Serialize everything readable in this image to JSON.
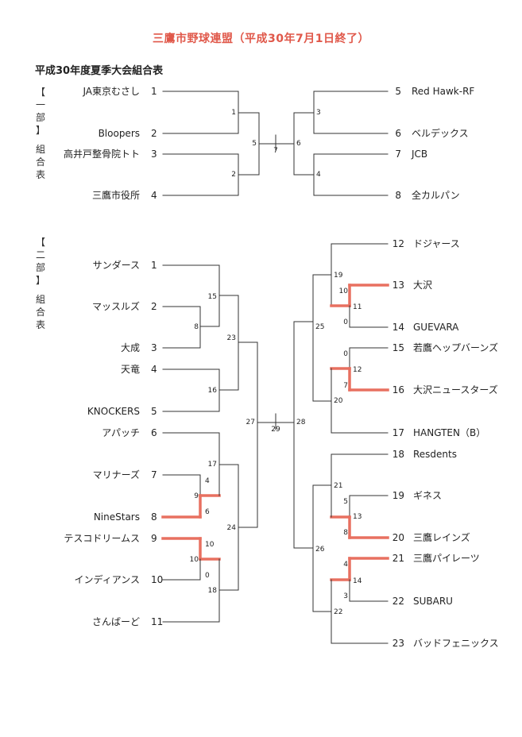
{
  "title": "三鷹市野球連盟（平成30年7月1日終了）",
  "subtitle": "平成30年度夏季大会組合表",
  "division1": {
    "side_label": [
      "【",
      "一",
      "部",
      "】",
      "組",
      "合",
      "表"
    ],
    "left_teams": [
      {
        "name": "JA東京むさし",
        "seed": "1"
      },
      {
        "name": "Bloopers",
        "seed": "2"
      },
      {
        "name": "高井戸整骨院トト",
        "seed": "3"
      },
      {
        "name": "三鷹市役所",
        "seed": "4"
      }
    ],
    "right_teams": [
      {
        "seed": "5",
        "name": "Red Hawk-RF"
      },
      {
        "seed": "6",
        "name": "ベルデックス"
      },
      {
        "seed": "7",
        "name": "JCB"
      },
      {
        "seed": "8",
        "name": "全カルパン"
      }
    ],
    "game_labels": [
      "1",
      "2",
      "5",
      "7",
      "6",
      "3",
      "4"
    ]
  },
  "division2": {
    "side_label": [
      "【",
      "二",
      "部",
      "】",
      "組",
      "合",
      "表"
    ],
    "left_teams": [
      {
        "name": "サンダース",
        "seed": "1"
      },
      {
        "name": "マッスルズ",
        "seed": "2"
      },
      {
        "name": "大成",
        "seed": "3"
      },
      {
        "name": "天竜",
        "seed": "4"
      },
      {
        "name": "KNOCKERS",
        "seed": "5"
      },
      {
        "name": "アパッチ",
        "seed": "6"
      },
      {
        "name": "マリナーズ",
        "seed": "7"
      },
      {
        "name": "NineStars",
        "seed": "8"
      },
      {
        "name": "テスコドリームス",
        "seed": "9"
      },
      {
        "name": "インディアンス",
        "seed": "10"
      },
      {
        "name": "さんばーど",
        "seed": "11"
      }
    ],
    "right_teams": [
      {
        "seed": "12",
        "name": "ドジャース"
      },
      {
        "seed": "13",
        "name": "大沢"
      },
      {
        "seed": "14",
        "name": "GUEVARA"
      },
      {
        "seed": "15",
        "name": "若鷹ヘップバーンズ"
      },
      {
        "seed": "16",
        "name": "大沢ニュースターズ"
      },
      {
        "seed": "17",
        "name": "HANGTEN（B）"
      },
      {
        "seed": "18",
        "name": "Resdents"
      },
      {
        "seed": "19",
        "name": "ギネス"
      },
      {
        "seed": "20",
        "name": "三鷹レインズ"
      },
      {
        "seed": "21",
        "name": "三鷹パイレーツ"
      },
      {
        "seed": "22",
        "name": "SUBARU"
      },
      {
        "seed": "23",
        "name": "バッドフェニックス"
      }
    ],
    "game_labels": [
      "15",
      "8",
      "23",
      "16",
      "17",
      "9",
      "6",
      "4",
      "10",
      "10",
      "0",
      "18",
      "24",
      "27",
      "29",
      "28",
      "19",
      "10",
      "11",
      "0",
      "25",
      "0",
      "12",
      "7",
      "20",
      "21",
      "5",
      "13",
      "8",
      "26",
      "4",
      "14",
      "3",
      "22"
    ]
  },
  "colors": {
    "title": "#e0584a",
    "winner_line": "#e87060",
    "line": "#333333"
  }
}
